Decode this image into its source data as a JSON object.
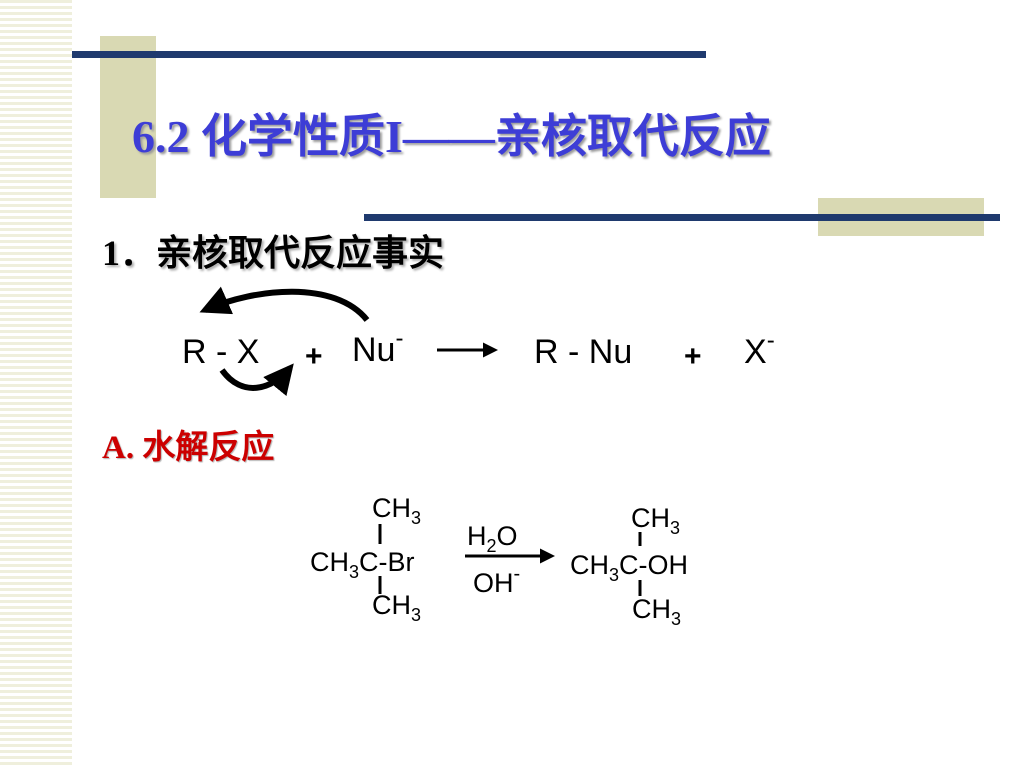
{
  "slide": {
    "title": "6.2  化学性质I——亲核取代反应",
    "heading": "1．亲核取代反应事实",
    "subheading": "A. 水解反应"
  },
  "reaction1": {
    "reactant": "R - X",
    "plus1": "+",
    "nucleophile": "Nu",
    "nucleophile_charge": "-",
    "product": "R - Nu",
    "plus2": "+",
    "leaving_group": "X",
    "leaving_group_charge": "-"
  },
  "reaction2": {
    "reactant_top": "CH",
    "reactant_top_sub": "3",
    "reactant_left": "CH",
    "reactant_left_sub": "3",
    "reactant_center": "C-Br",
    "reactant_bottom": "CH",
    "reactant_bottom_sub": "3",
    "reagent_top": "H",
    "reagent_top_sub": "2",
    "reagent_top_rest": "O",
    "reagent_bottom": "OH",
    "reagent_bottom_charge": "-",
    "product_top": "CH",
    "product_top_sub": "3",
    "product_left": "CH",
    "product_left_sub": "3",
    "product_center": "C-OH",
    "product_bottom": "CH",
    "product_bottom_sub": "3"
  },
  "colors": {
    "title": "#3d3dd6",
    "subheading": "#cc0000",
    "rule": "#1f3a6e",
    "block": "#d9d9b3",
    "stripes": "#efefdc"
  }
}
